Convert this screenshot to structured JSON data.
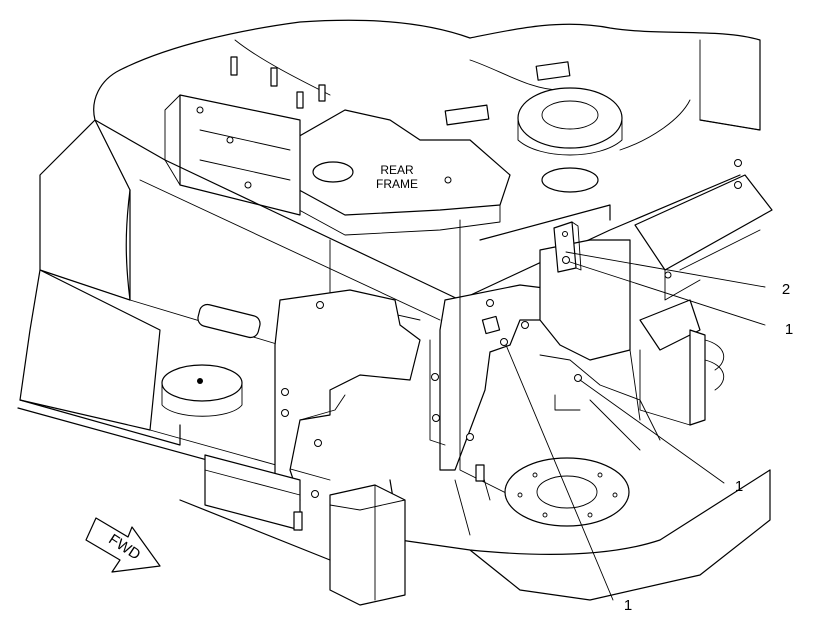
{
  "labels": {
    "rear_frame_line1": "REAR",
    "rear_frame_line2": "FRAME",
    "fwd": "FWD"
  },
  "callouts": [
    {
      "id": "callout-2",
      "text": "2"
    },
    {
      "id": "callout-1-upper",
      "text": "1"
    },
    {
      "id": "callout-1-middle",
      "text": "1"
    },
    {
      "id": "callout-1-bottom",
      "text": "1"
    }
  ],
  "colors": {
    "ink": "#000000",
    "paper": "#ffffff"
  }
}
